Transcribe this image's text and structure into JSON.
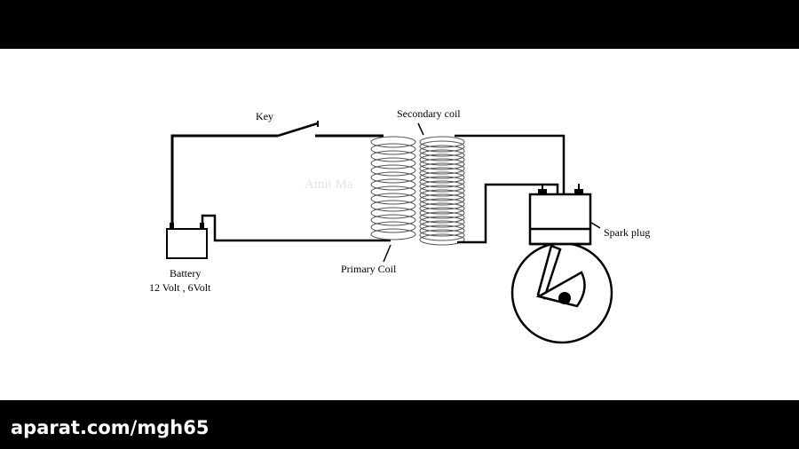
{
  "diagram": {
    "labels": {
      "key": "Key",
      "secondary_coil": "Secondary coil",
      "battery": "Battery",
      "battery_voltage": "12 Volt , 6Volt",
      "primary_coil": "Primary Coil",
      "spark_plug": "Spark plug",
      "author_watermark": "Amit Ma"
    }
  },
  "video": {
    "watermark": "aparat.com/mgh65"
  },
  "colors": {
    "wire": "#000000",
    "background": "#ffffff",
    "letterbox": "#000000",
    "coil": "#555555"
  }
}
